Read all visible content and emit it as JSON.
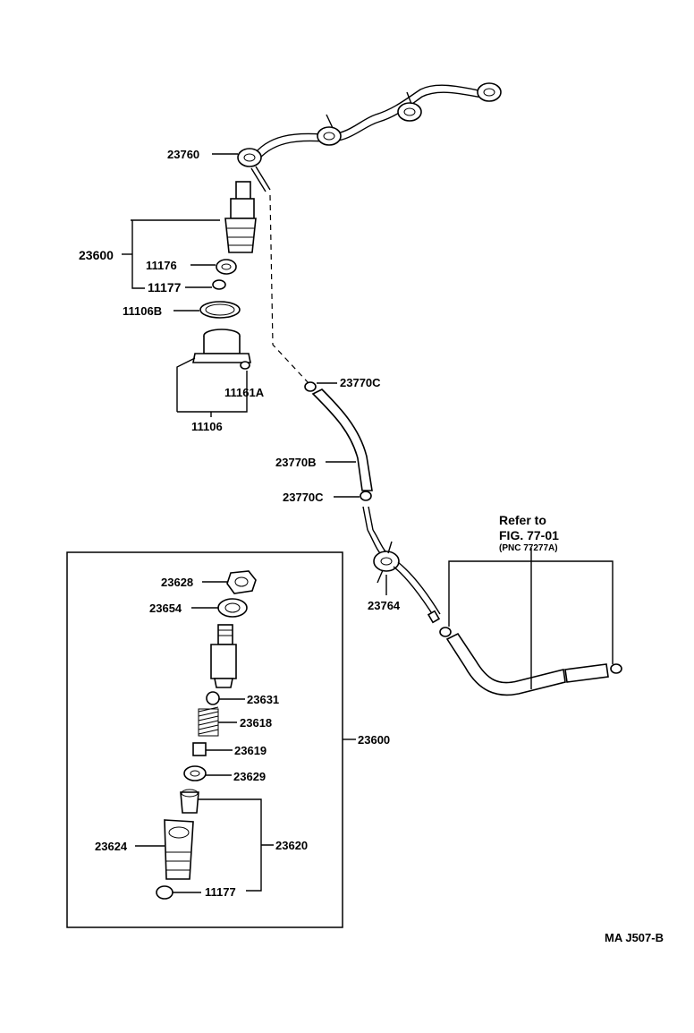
{
  "labels": {
    "p23760": "23760",
    "p23600_top": "23600",
    "p11176": "11176",
    "p11177_top": "11177",
    "p11106B": "11106B",
    "p11161A": "11161A",
    "p11106": "11106",
    "p23770C_a": "23770C",
    "p23770B": "23770B",
    "p23770C_b": "23770C",
    "p23764": "23764",
    "p23628": "23628",
    "p23654": "23654",
    "p23631": "23631",
    "p23618": "23618",
    "p23619": "23619",
    "p23629": "23629",
    "p23624": "23624",
    "p23620": "23620",
    "p11177_bot": "11177",
    "p23600_box": "23600"
  },
  "reference": {
    "line1": "Refer  to",
    "line2": "FIG. 77-01",
    "line3": "(PNC  77277A)"
  },
  "figure_code": "MA  J507-B"
}
